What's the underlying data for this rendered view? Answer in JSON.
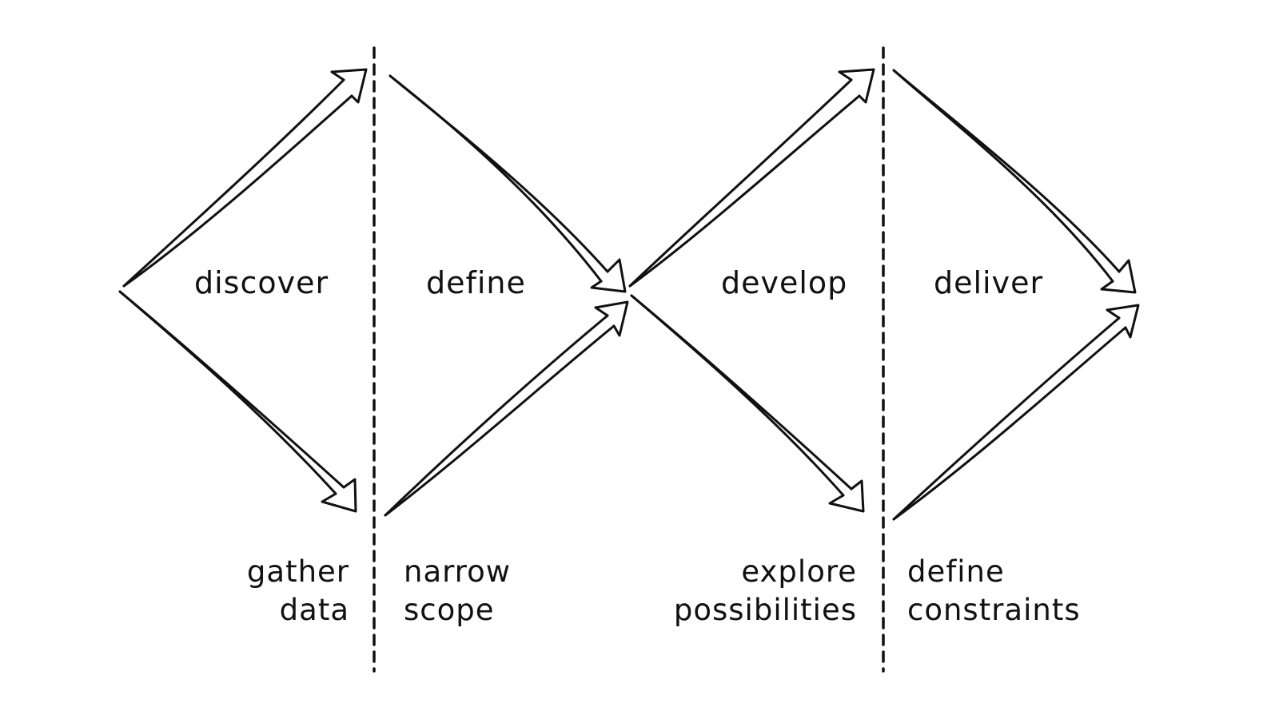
{
  "phases": [
    {
      "label": "discover"
    },
    {
      "label": "define"
    },
    {
      "label": "develop"
    },
    {
      "label": "deliver"
    }
  ],
  "descriptions": [
    {
      "text": "gather\ndata"
    },
    {
      "text": "narrow\nscope"
    },
    {
      "text": "explore\npossibilities"
    },
    {
      "text": "define\nconstraints"
    }
  ],
  "colors": {
    "ink": "#111111",
    "background": "#ffffff"
  }
}
